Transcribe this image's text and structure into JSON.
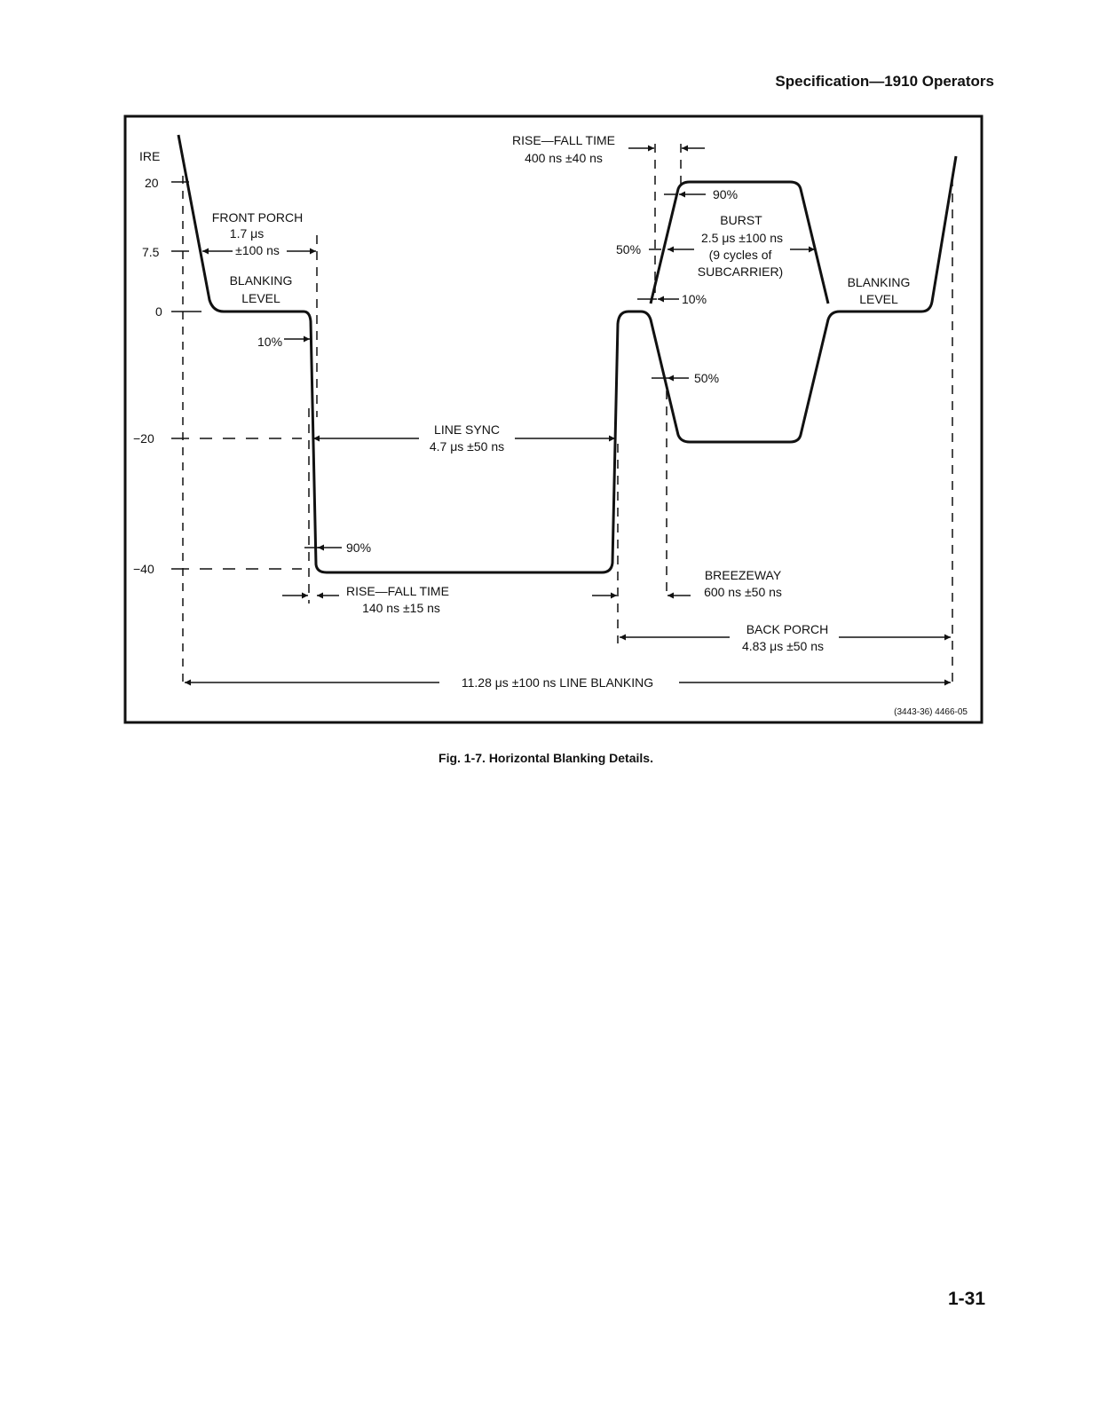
{
  "page": {
    "header": "Specification—1910 Operators",
    "caption": "Fig. 1-7. Horizontal Blanking Details.",
    "page_number": "1-31"
  },
  "figure": {
    "y_axis_label": "IRE",
    "y_ticks": [
      "20",
      "7.5",
      "0",
      "−20",
      "−40"
    ],
    "labels": {
      "front_porch": "FRONT PORCH",
      "front_porch_duration": "1.7 μs",
      "front_porch_tolerance": "±100 ns",
      "blanking_level_left_1": "BLANKING",
      "blanking_level_left_2": "LEVEL",
      "ten_percent_left": "10%",
      "line_sync": "LINE SYNC",
      "line_sync_spec": "4.7 μs ±50 ns",
      "ninety_percent_sync": "90%",
      "rise_fall_sync": "RISE—FALL TIME",
      "rise_fall_sync_spec": "140 ns ±15 ns",
      "rise_fall_top": "RISE—FALL TIME",
      "rise_fall_top_spec": "400 ns ±40 ns",
      "ninety_percent_burst": "90%",
      "fifty_percent_left": "50%",
      "burst": "BURST",
      "burst_spec": "2.5 μs ±100 ns",
      "burst_cycles": "(9 cycles of",
      "burst_subcarrier": "SUBCARRIER)",
      "ten_percent_burst": "10%",
      "fifty_percent_burst": "50%",
      "blanking_level_right_1": "BLANKING",
      "blanking_level_right_2": "LEVEL",
      "breezeway": "BREEZEWAY",
      "breezeway_spec": "600 ns ±50 ns",
      "back_porch": "BACK PORCH",
      "back_porch_spec": "4.83 μs ±50 ns",
      "line_blanking": "11.28 μs ±100 ns LINE BLANKING",
      "figure_id": "(3443-36) 4466-05"
    }
  }
}
